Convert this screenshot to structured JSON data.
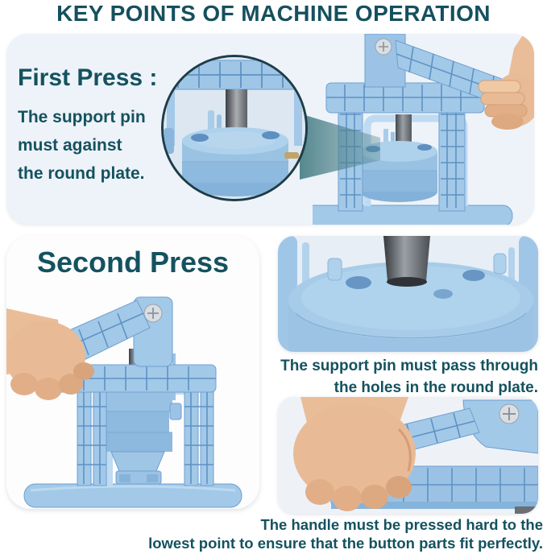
{
  "title": "KEY POINTS OF MACHINE OPERATION",
  "first_press": {
    "heading": "First Press :",
    "lines": [
      "The support pin",
      "must against",
      "the round plate."
    ]
  },
  "second_press": {
    "heading": "Second Press"
  },
  "captions": {
    "pin": [
      "The support pin must pass through",
      "the holes in the round plate."
    ],
    "handle": [
      "The handle must be pressed hard to the",
      "lowest point to ensure that the button parts fit perfectly."
    ]
  },
  "colors": {
    "heading_teal": "#15505e",
    "body_teal": "#14525f",
    "card_background": "#eef3f9",
    "machine_blue": "#a3c9e8",
    "machine_blue_dark": "#6f9fd0",
    "callout_arrow_teal": "#4e828a",
    "support_pin_gray": "#6e7378",
    "skin_tone": "#e8bb96"
  }
}
